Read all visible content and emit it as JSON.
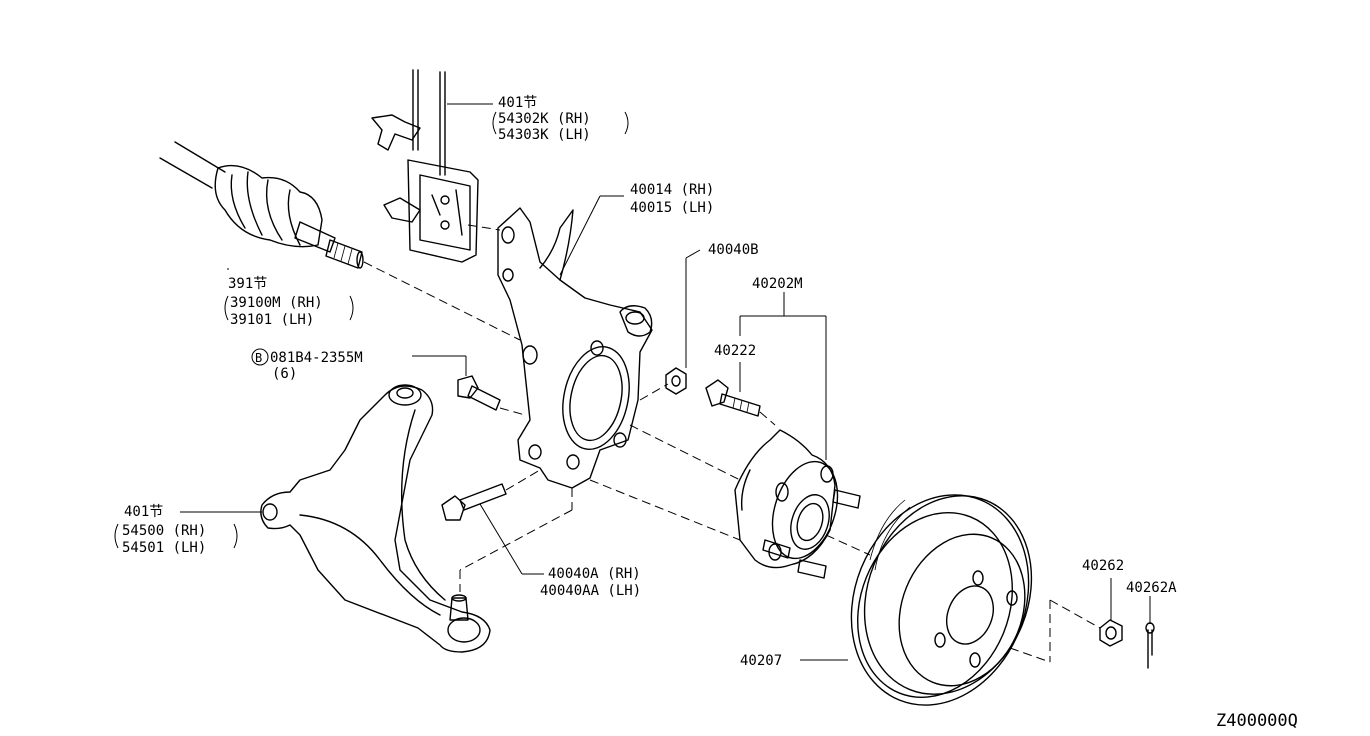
{
  "callouts": {
    "strut_ref": "401节",
    "strut_rh": "54302K (RH)",
    "strut_lh": "54303K (LH)",
    "knuckle_rh": "40014 (RH)",
    "knuckle_lh": "40015 (LH)",
    "driveshaft_ref": "391节",
    "driveshaft_rh": "39100M (RH)",
    "driveshaft_lh": "39101  (LH)",
    "nut_40040b": "40040B",
    "hub_assy": "40202M",
    "hub_bolt": "40222",
    "bolt_b_symbol": "B",
    "bolt_b_part": "081B4-2355M",
    "bolt_b_qty": "(6)",
    "arm_ref": "401节",
    "arm_rh": "54500 (RH)",
    "arm_lh": "54501 (LH)",
    "bolt_a_rh": "40040A (RH)",
    "bolt_a_lh": "40040AA (LH)",
    "rotor": "40207",
    "wheel_nut": "40262",
    "cotter_pin": "40262A",
    "drawing_code": "Z400000Q"
  }
}
